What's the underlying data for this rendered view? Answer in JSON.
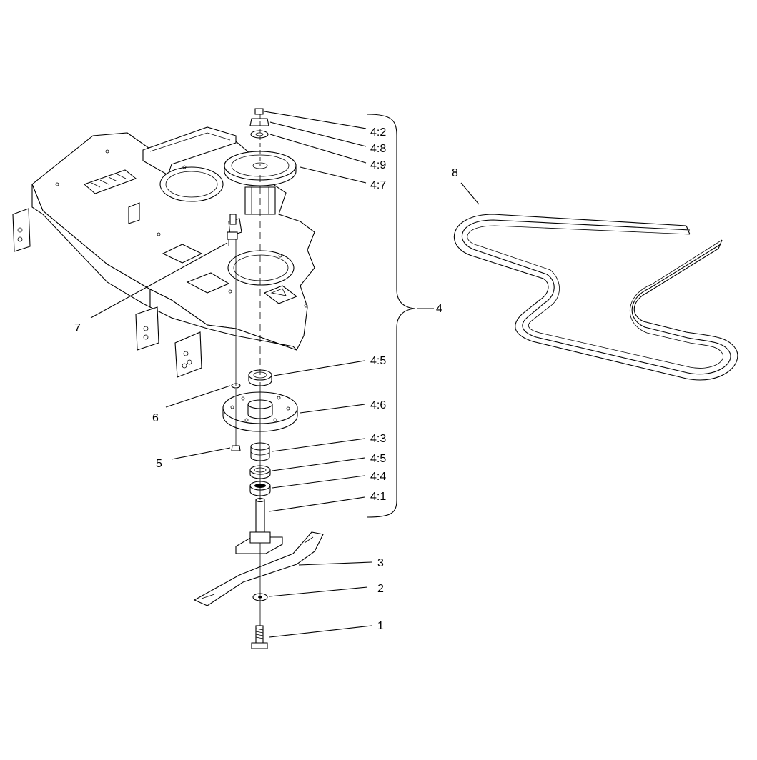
{
  "callouts": {
    "c_4_2": "4:2",
    "c_4_8": "4:8",
    "c_4_9": "4:9",
    "c_4_7": "4:7",
    "c_4": "4",
    "c_4_5a": "4:5",
    "c_4_6": "4:6",
    "c_4_3": "4:3",
    "c_4_5b": "4:5",
    "c_4_4": "4:4",
    "c_4_1": "4:1",
    "c_8": "8",
    "c_7": "7",
    "c_6": "6",
    "c_5": "5",
    "c_3": "3",
    "c_2": "2",
    "c_1": "1"
  }
}
